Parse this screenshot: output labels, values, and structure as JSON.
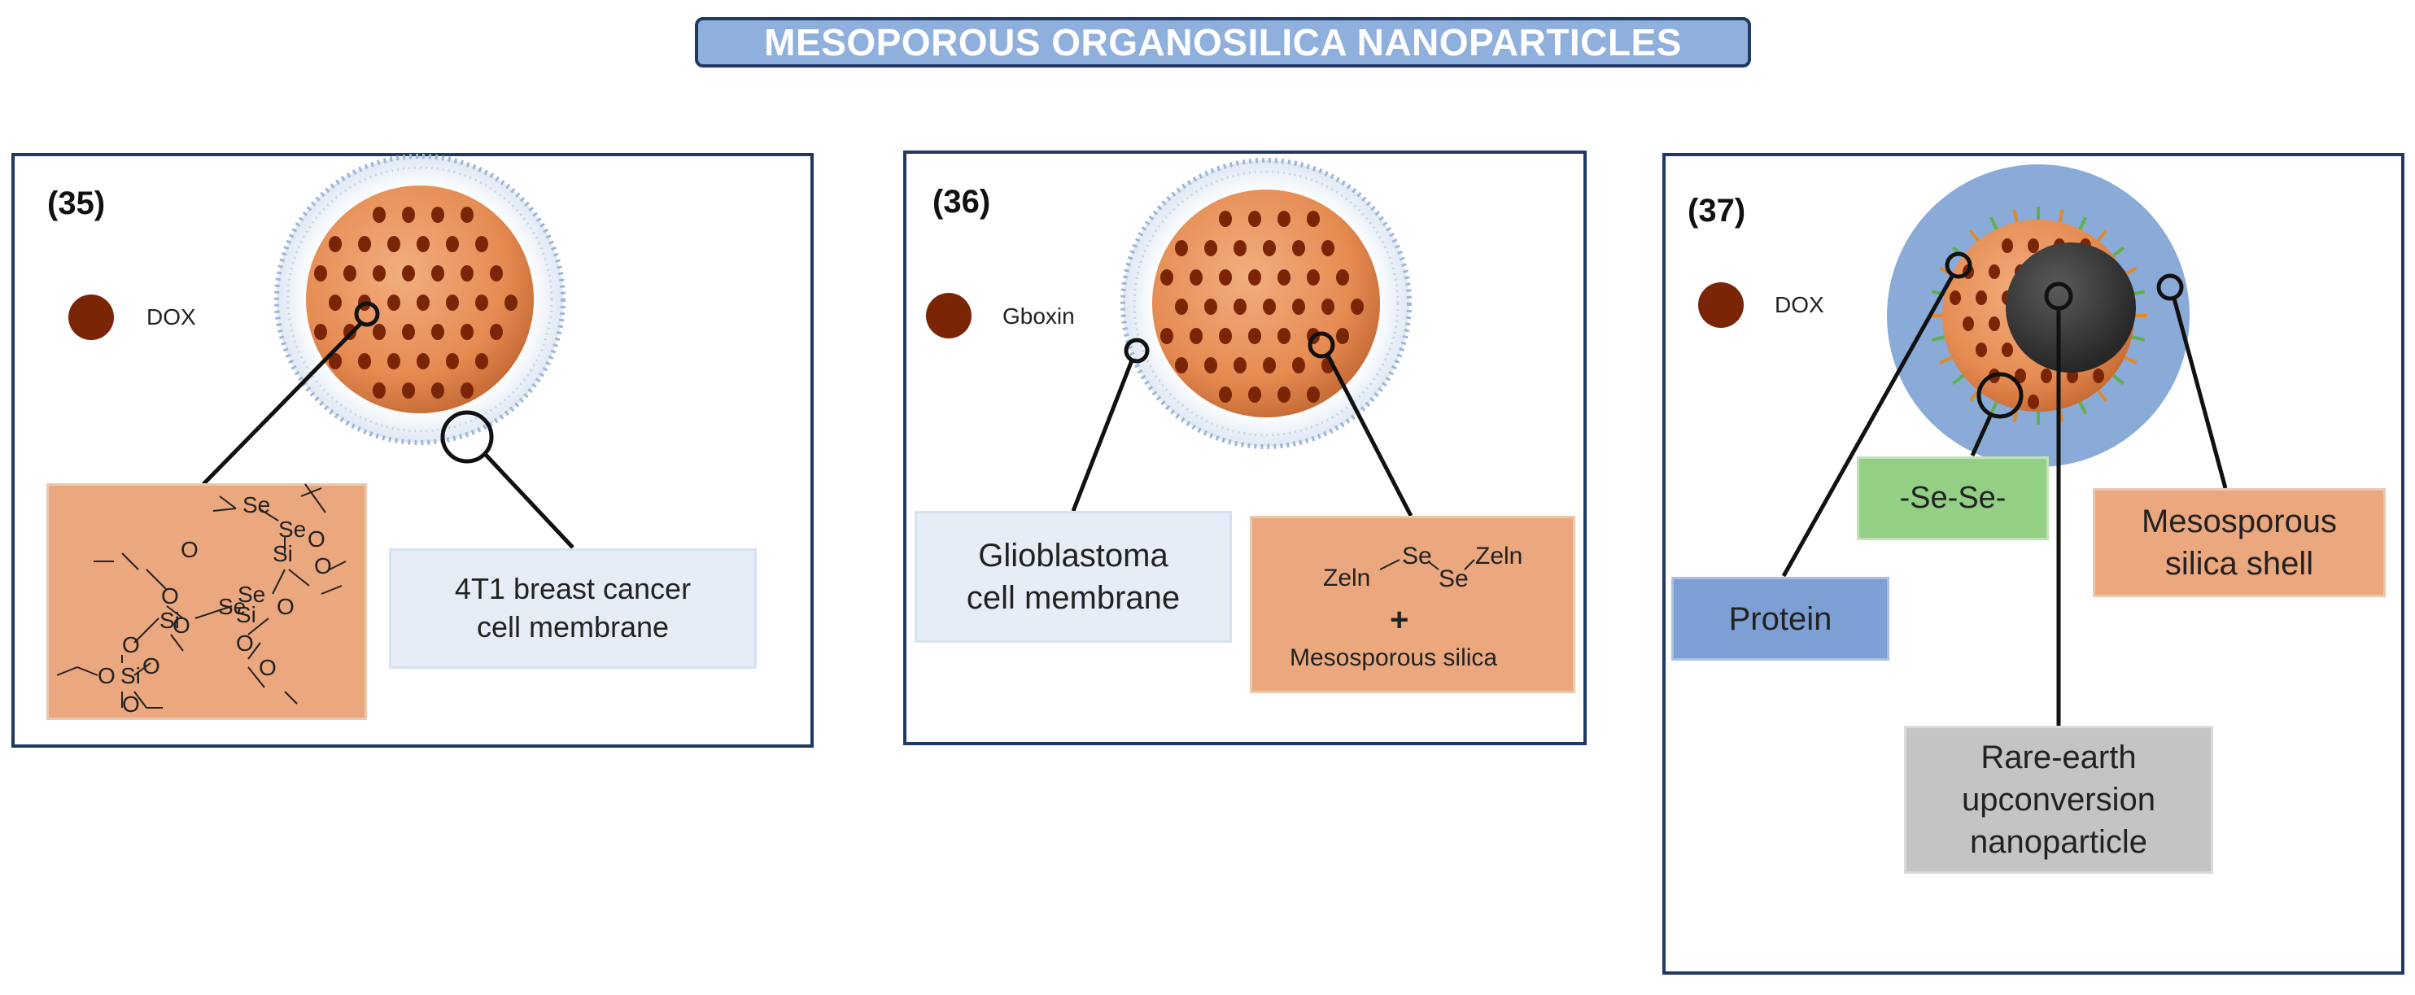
{
  "title": "MESOPOROUS ORGANOSILICA NANOPARTICLES",
  "colors": {
    "frame": "#1f3864",
    "title_fill": "#8fb0dc",
    "particle_core": "#e8945c",
    "pore_dots": "#7a2506",
    "membrane": "#b8cbe3",
    "shell_blue": "#8aaad8",
    "ucnp_core": "#3a3a3a"
  },
  "panels": [
    {
      "label": "(35)",
      "legend": {
        "icon": "drug-dot-icon",
        "text": "DOX"
      },
      "callouts": [
        {
          "text": "4T1 breast cancer\ncell membrane"
        }
      ],
      "chem_structure": {
        "atoms": [
          "Se",
          "Se",
          "O",
          "Si",
          "O",
          "O",
          "O",
          "Si",
          "Se",
          "Se",
          "Si",
          "O",
          "O",
          "O",
          "O",
          "Si",
          "O",
          "O",
          "O",
          "O"
        ]
      }
    },
    {
      "label": "(36)",
      "legend": {
        "icon": "drug-dot-icon",
        "text": "Gboxin"
      },
      "callouts": [
        {
          "text": "Glioblastoma\ncell membrane"
        }
      ],
      "formula": {
        "zein_left": "Zeln",
        "se_top": "Se",
        "se_bottom": "Se",
        "zein_right": "Zeln",
        "plus": "+",
        "caption": "Mesosporous silica"
      }
    },
    {
      "label": "(37)",
      "legend": {
        "icon": "drug-dot-icon",
        "text": "DOX"
      },
      "callouts": [
        {
          "text": "-Se-Se-"
        },
        {
          "text": "Mesosporous\nsilica shell"
        },
        {
          "text": "Protein"
        },
        {
          "text": "Rare-earth\nupconversion\nnanoparticle"
        }
      ]
    }
  ]
}
